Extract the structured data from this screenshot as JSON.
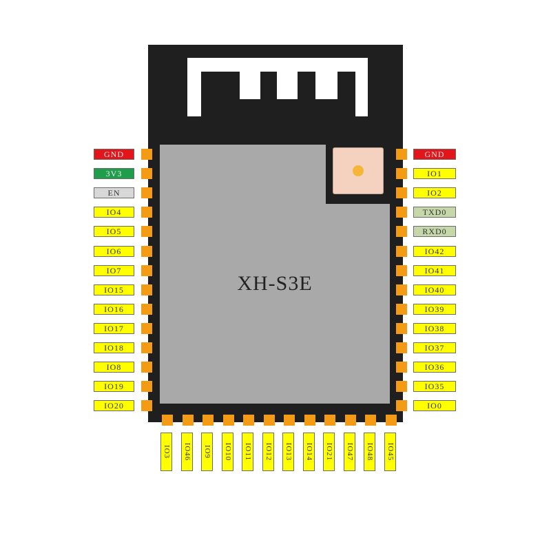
{
  "chip": {
    "name": "XH-S3E"
  },
  "colors": {
    "module": "#1f1f1f",
    "shield": "#a9a9a9",
    "pad": "#f49b16",
    "gnd": "#e4141b",
    "power": "#1e9e4a",
    "enable": "#d8d8d8",
    "uart": "#c6d8a9",
    "gpio": "#ffff00"
  },
  "left_pins": [
    {
      "label": "GND",
      "kind": "gnd"
    },
    {
      "label": "3V3",
      "kind": "power"
    },
    {
      "label": "EN",
      "kind": "enable"
    },
    {
      "label": "IO4",
      "kind": "gpio"
    },
    {
      "label": "IO5",
      "kind": "gpio"
    },
    {
      "label": "IO6",
      "kind": "gpio"
    },
    {
      "label": "IO7",
      "kind": "gpio"
    },
    {
      "label": "IO15",
      "kind": "gpio"
    },
    {
      "label": "IO16",
      "kind": "gpio"
    },
    {
      "label": "IO17",
      "kind": "gpio"
    },
    {
      "label": "IO18",
      "kind": "gpio"
    },
    {
      "label": "IO8",
      "kind": "gpio"
    },
    {
      "label": "IO19",
      "kind": "gpio"
    },
    {
      "label": "IO20",
      "kind": "gpio"
    }
  ],
  "right_pins": [
    {
      "label": "GND",
      "kind": "gnd"
    },
    {
      "label": "IO1",
      "kind": "gpio"
    },
    {
      "label": "IO2",
      "kind": "gpio"
    },
    {
      "label": "TXD0",
      "kind": "uart"
    },
    {
      "label": "RXD0",
      "kind": "uart"
    },
    {
      "label": "IO42",
      "kind": "gpio"
    },
    {
      "label": "IO41",
      "kind": "gpio"
    },
    {
      "label": "IO40",
      "kind": "gpio"
    },
    {
      "label": "IO39",
      "kind": "gpio"
    },
    {
      "label": "IO38",
      "kind": "gpio"
    },
    {
      "label": "IO37",
      "kind": "gpio"
    },
    {
      "label": "IO36",
      "kind": "gpio"
    },
    {
      "label": "IO35",
      "kind": "gpio"
    },
    {
      "label": "IO0",
      "kind": "gpio"
    }
  ],
  "bottom_pins": [
    {
      "label": "IO3",
      "kind": "gpio"
    },
    {
      "label": "IO46",
      "kind": "gpio"
    },
    {
      "label": "IO9",
      "kind": "gpio"
    },
    {
      "label": "IO10",
      "kind": "gpio"
    },
    {
      "label": "IO11",
      "kind": "gpio"
    },
    {
      "label": "IO12",
      "kind": "gpio"
    },
    {
      "label": "IO13",
      "kind": "gpio"
    },
    {
      "label": "IO14",
      "kind": "gpio"
    },
    {
      "label": "IO21",
      "kind": "gpio"
    },
    {
      "label": "IO47",
      "kind": "gpio"
    },
    {
      "label": "IO48",
      "kind": "gpio"
    },
    {
      "label": "IO45",
      "kind": "gpio"
    }
  ]
}
